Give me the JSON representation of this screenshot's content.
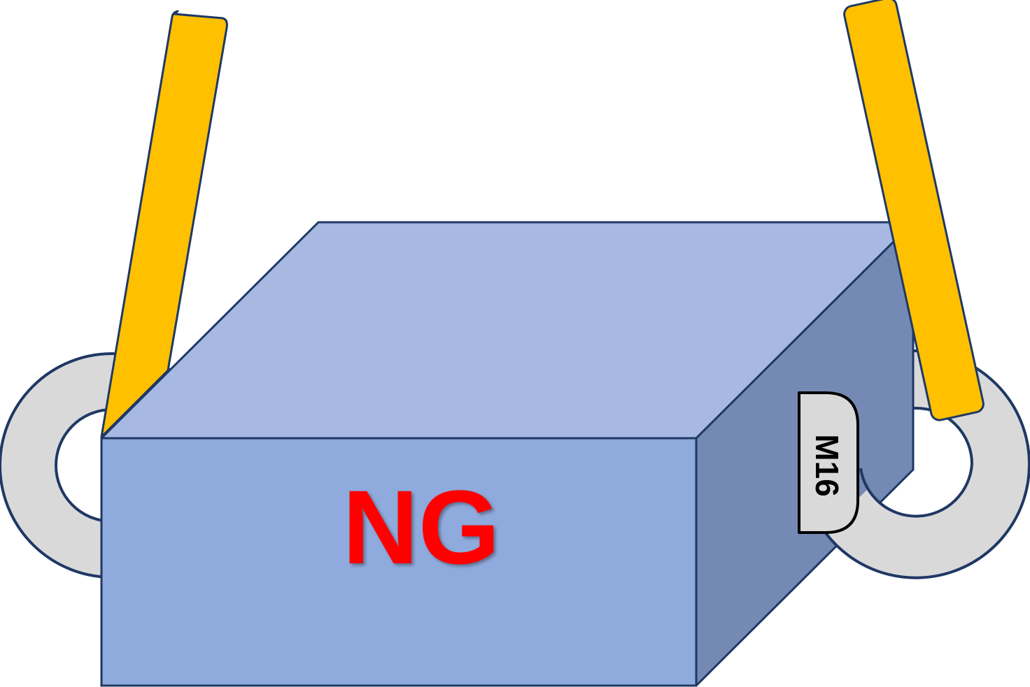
{
  "diagram": {
    "main_label": "NG",
    "bolt_label": "M16"
  },
  "colors": {
    "box_top": "#A7B9E3",
    "box_front": "#8FAADC",
    "box_side": "#7489B3",
    "outline": "#1F3864",
    "ring_fill": "#D9D9D9",
    "sling_fill": "#FFC000",
    "label_red": "#FF0000",
    "tag_fill": "#D9D9D9"
  },
  "icons": {
    "left_ring": "lifting-eye-ring",
    "right_ring": "lifting-eye-ring",
    "left_sling": "sling-strap",
    "right_sling": "sling-strap",
    "bolt_tag": "bolt-size-tag"
  }
}
